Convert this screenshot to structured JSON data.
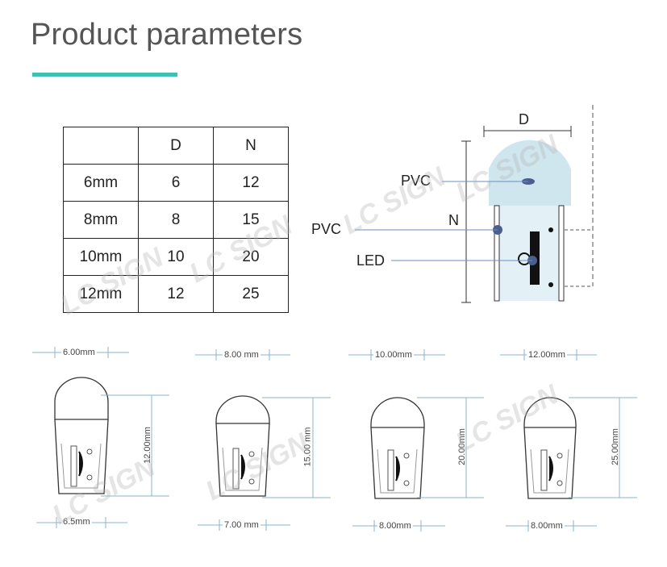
{
  "page": {
    "title": "Product parameters",
    "accent_color": "#3fc0b4"
  },
  "table": {
    "headers": [
      "",
      "D",
      "N"
    ],
    "rows": [
      [
        "6mm",
        "6",
        "12"
      ],
      [
        "8mm",
        "8",
        "15"
      ],
      [
        "10mm",
        "10",
        "20"
      ],
      [
        "12mm",
        "12",
        "25"
      ]
    ]
  },
  "cross_section": {
    "width_label": "D",
    "height_label": "N",
    "pvc_top_label": "PVC",
    "pvc_side_label": "PVC",
    "led_label": "LED",
    "pvc_color": "#cfe6ef"
  },
  "profiles": [
    {
      "width_top": "6.00mm",
      "height": "12.00mm",
      "width_bottom": "6.5mm"
    },
    {
      "width_top": "8.00 mm",
      "height": "15.00 mm",
      "width_bottom": "7.00 mm"
    },
    {
      "width_top": "10.00mm",
      "height": "20.00mm",
      "width_bottom": "8.00mm"
    },
    {
      "width_top": "12.00mm",
      "height": "25.00mm",
      "width_bottom": "8.00mm"
    }
  ],
  "watermark": "LC SIGN"
}
